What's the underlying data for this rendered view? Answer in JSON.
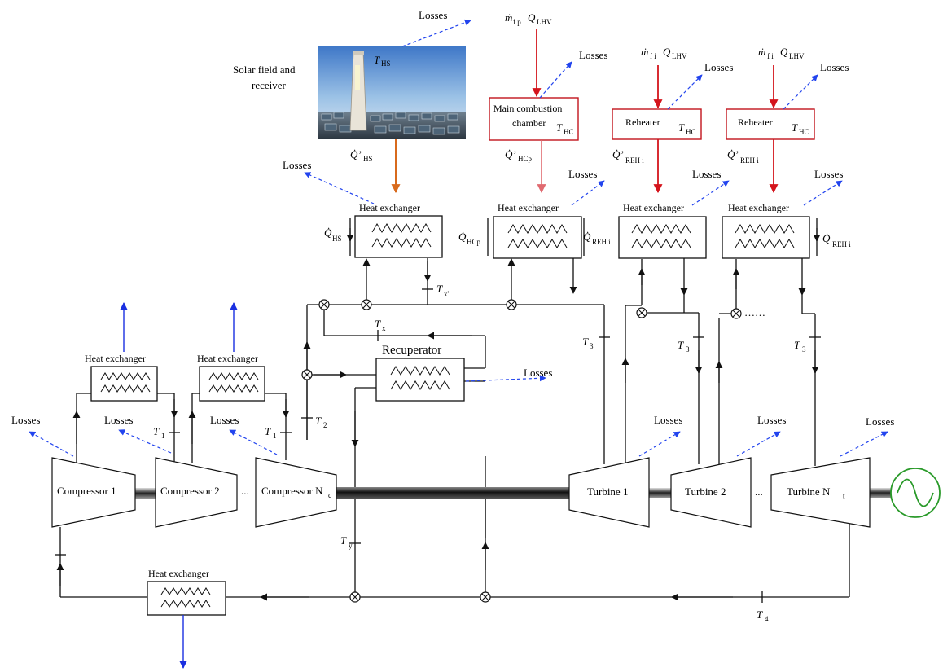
{
  "colors": {
    "losses": "#2244ee",
    "heat_out": "#1a2fe0",
    "fuel": "#d4141c",
    "solar": "#d86a1c",
    "generator": "#2a9a2a"
  },
  "solar": {
    "title_line1": "Solar field and",
    "title_line2": "receiver",
    "image_icon": "solar-tower-photo",
    "T_HS": "T",
    "T_HS_sub": "HS",
    "Qp_HS": "Q̇’",
    "Qp_HS_sub": "HS",
    "Q_HS": "Q̇",
    "Q_HS_sub": "HS"
  },
  "losses_label": "Losses",
  "fuel": {
    "main_m": "ṁ",
    "main_m_sub": "f p",
    "main_Q": "Q",
    "main_Q_sub": "LHV",
    "reh_m": "ṁ",
    "reh_m_sub": "f i",
    "reh_Q": "Q",
    "reh_Q_sub": "LHV"
  },
  "combustion": {
    "main_line1": "Main combustion",
    "main_line2": "chamber",
    "T_HC": "T",
    "T_HC_sub": "HC",
    "reheater": "Reheater",
    "Qp_HCp": "Q̇’",
    "Qp_HCp_sub": "HCp",
    "Qp_REH": "Q̇’",
    "Qp_REH_sub": "REH i",
    "Q_HCp": "Q̇",
    "Q_HCp_sub": "HCp",
    "Q_REH": "Q̇",
    "Q_REH_sub": "REH i"
  },
  "heat_exchanger_label": "Heat exchanger",
  "recuperator_label": "Recuperator",
  "compressors": [
    "Compressor 1",
    "Compressor 2",
    "Compressor N"
  ],
  "compressor_N_sub": "c",
  "turbines": [
    "Turbine 1",
    "Turbine 2",
    "Turbine N"
  ],
  "turbine_N_sub": "t",
  "ellipsis": "...",
  "dotted_run": "……",
  "temps": {
    "T": "T",
    "x_prime": "x'",
    "x": "x",
    "y": "y",
    "one": "1",
    "two": "2",
    "three": "3",
    "four": "4"
  }
}
